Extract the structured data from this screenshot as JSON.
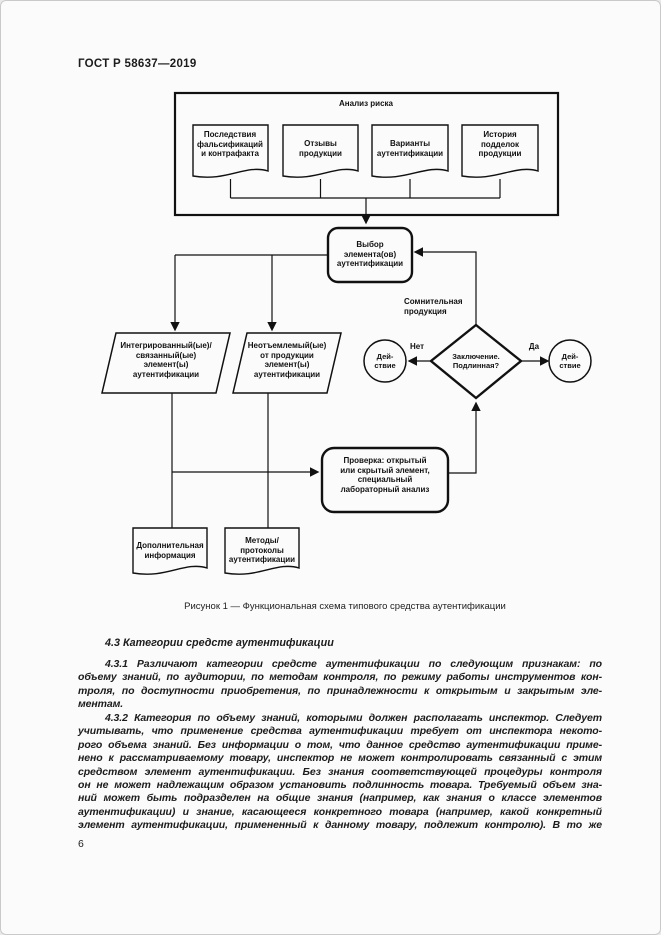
{
  "page": {
    "header": "ГОСТ Р 58637—2019",
    "page_number": "6"
  },
  "figure": {
    "caption": "Рисунок 1 — Функциональная схема типового средства аутентификации",
    "risk_box_title": "Анализ риска",
    "doc_consequences": "Последствия\nфальсификаций\nи контрафакта",
    "doc_recalls": "Отзывы\nпродукции",
    "doc_variants": "Варианты\nаутентификации",
    "doc_history": "История\nподделок\nпродукции",
    "select_box": "Выбор\nэлемента(ов)\nаутентификации",
    "integrated_elements": "Интегрированный(ые)/\nсвязанный(ые)\nэлемент(ы)\nаутентификации",
    "inherent_elements": "Неотъемлемый(ые)\nот продукции\nэлемент(ы)\nаутентификации",
    "doubtful_label": "Сомнительная\nпродукция",
    "decision": "Заключение.\nПодлинная?",
    "no_label": "Нет",
    "yes_label": "Да",
    "action_left": "Дей-\nствие",
    "action_right": "Дей-\nствие",
    "check_box": "Проверка: открытый\nили скрытый элемент,\nспециальный\nлабораторный анализ",
    "doc_additional_info": "Дополнительная\nинформация",
    "doc_methods": "Методы/\nпротоколы\nаутентификации"
  },
  "text": {
    "heading_4_3": "4.3 Категории средсте аутентификации",
    "p_4_3_1_lines": [
      "4.3.1 Различают категории средсте аутентификации по следующим признакам: по",
      "объему знаний, по аудитории, по методам контроля, по режиму работы инструментов кон-",
      "троля, по доступности приобретения, по принадлежности к открытым и закрытым эле-",
      "ментам."
    ],
    "p_4_3_2_lines": [
      "4.3.2 Категория по объему знаний, которыми должен располагать инспектор. Следует",
      "учитывать, что применение средства аутентификации требует от инспектора некото-",
      "рого объема знаний. Без информации о том, что данное средство аутентификации приме-",
      "нено к рассматриваемому товару, инспектор не может контролировать связанный с этим",
      "средством элемент аутентификации. Без знания соответствующей процедуры контроля",
      "он не может надлежащим образом установить подлинность товара. Требуемый объем зна-",
      "ний может быть подразделен на общие знания (например, как знания о классе элементов",
      "аутентификации) и знание, касающееся конкретного товара (например, какой конкретный",
      "элемент аутентификации, примененный к данному товару, подлежит контролю). В то же"
    ]
  }
}
